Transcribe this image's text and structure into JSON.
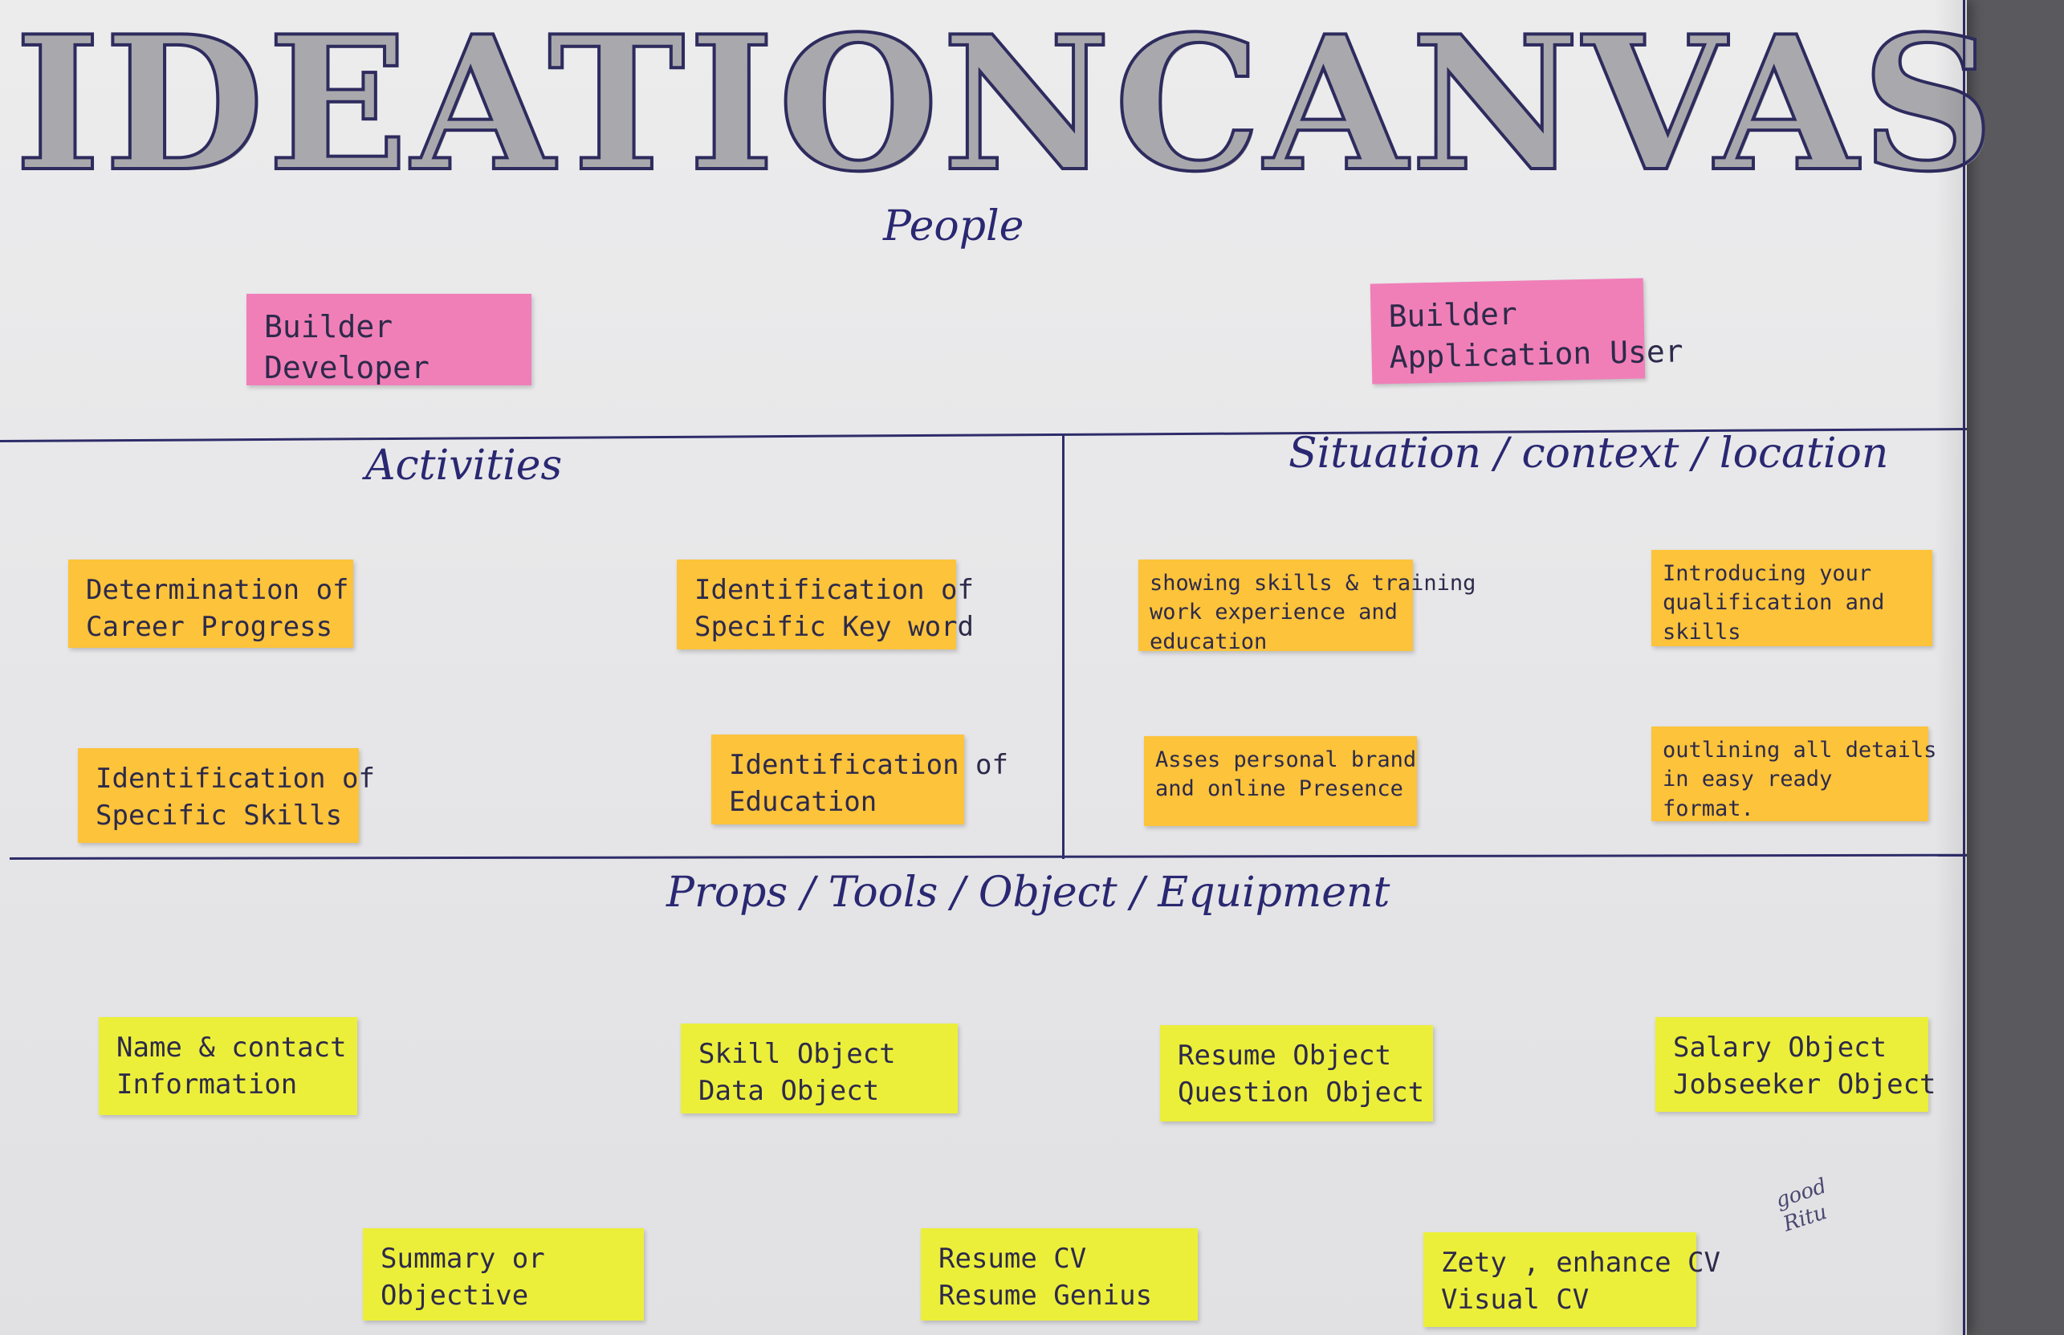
{
  "canvas": {
    "title": [
      "IDEATION",
      "CANVAS"
    ],
    "colors": {
      "paper": "#e8e8ea",
      "ink": "#2f2c6a",
      "pink_note": "#f07fb8",
      "orange_note": "#fcc33b",
      "yellow_note": "#ecef3a"
    }
  },
  "sections": {
    "people": {
      "label": "People",
      "notes": [
        {
          "lines": [
            "Builder",
            "Developer"
          ]
        },
        {
          "lines": [
            "Builder",
            "Application User"
          ]
        }
      ]
    },
    "activities": {
      "label": "Activities",
      "notes": [
        {
          "lines": [
            "Determination of",
            "Career Progress"
          ]
        },
        {
          "lines": [
            "Identification of",
            "Specific Key word"
          ]
        },
        {
          "lines": [
            "Identification of",
            "Specific Skills"
          ]
        },
        {
          "lines": [
            "Identification of",
            "Education"
          ]
        }
      ]
    },
    "situation": {
      "label": "Situation / context / location",
      "notes": [
        {
          "lines": [
            "showing skills & training",
            "work experience and",
            "education"
          ]
        },
        {
          "lines": [
            "Introducing your",
            "qualification and",
            "skills"
          ]
        },
        {
          "lines": [
            "Asses personal brand",
            "and online Presence"
          ]
        },
        {
          "lines": [
            "outlining all details",
            "in easy ready",
            "format."
          ]
        }
      ]
    },
    "props": {
      "label": "Props / Tools / Object / Equipment",
      "notes": [
        {
          "lines": [
            "Name & contact",
            "Information"
          ]
        },
        {
          "lines": [
            "Skill Object",
            "Data Object"
          ]
        },
        {
          "lines": [
            "Resume Object",
            "Question Object"
          ]
        },
        {
          "lines": [
            "Salary Object",
            "Jobseeker Object"
          ]
        },
        {
          "lines": [
            "Summary or",
            "Objective"
          ]
        },
        {
          "lines": [
            "Resume CV",
            "Resume Genius"
          ]
        },
        {
          "lines": [
            "Zety , enhance CV",
            "Visual CV"
          ]
        }
      ]
    }
  },
  "signature": [
    "good",
    "Ritu"
  ]
}
